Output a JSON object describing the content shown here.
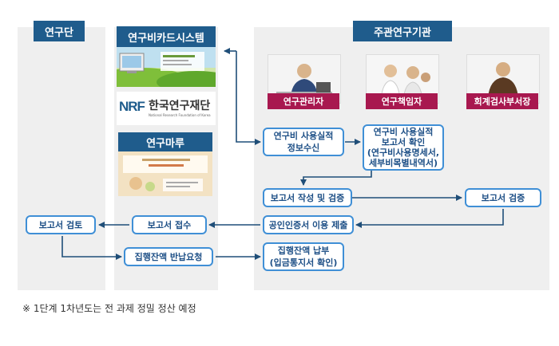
{
  "columns": {
    "left": "연구단",
    "middle": "연구비카드시스템",
    "right": "주관연구기관"
  },
  "nrf": {
    "logo_letters": "NRF",
    "name": "한국연구재단",
    "english_name": "National Research Foundation of Korea"
  },
  "research_maru": "연구마루",
  "roles": [
    "연구관리자",
    "연구책임자",
    "회계검사부서장"
  ],
  "boxes": {
    "expense_info_receive": [
      "연구비 사용실적",
      "정보수신"
    ],
    "expense_report_check": [
      "연구비 사용실적",
      "보고서 확인",
      "(연구비사용명세서,",
      "세부비목별내역서)"
    ],
    "report_write_verify": "보고서 작성 및 검증",
    "report_verify": "보고서 검증",
    "cert_submit": "공인인증서 이용 제출",
    "report_receive": "보고서 접수",
    "report_review": "보고서 검토",
    "balance_return_request": "집행잔액 반납요청",
    "balance_payment": [
      "집행잔액 납부",
      "(입금통지서 확인)"
    ]
  },
  "footnote": "※ 1단계 1차년도는 전 과제 정밀 정산 예정",
  "colors": {
    "header": "#1f5c8c",
    "box_border": "#3f8fd6",
    "box_text": "#1d4f86",
    "role_label": "#a8184f",
    "arrow": "#1f4e78",
    "panel": "#efefef"
  }
}
